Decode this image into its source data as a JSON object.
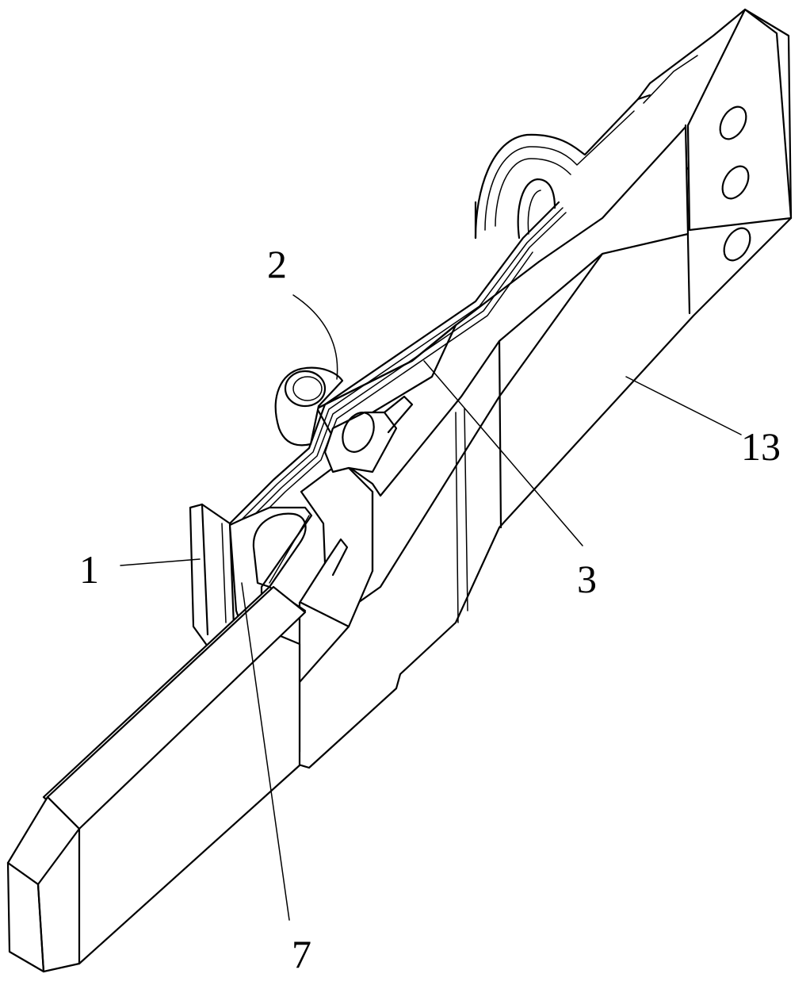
{
  "figure": {
    "labels": {
      "part_1": "1",
      "part_2": "2",
      "part_3": "3",
      "part_7": "7",
      "part_13": "13"
    }
  }
}
